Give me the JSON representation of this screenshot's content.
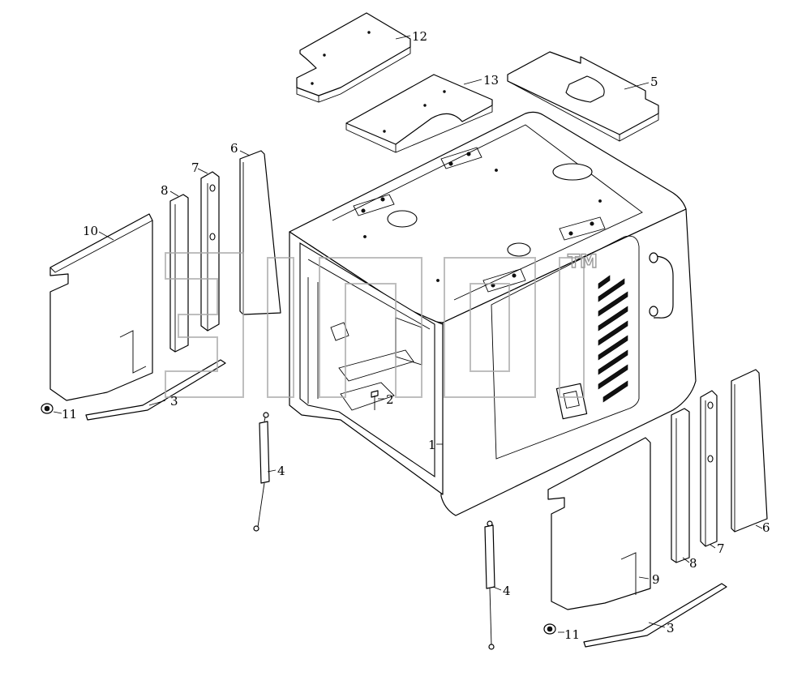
{
  "diagram": {
    "callouts": [
      "1",
      "2",
      "3",
      "3",
      "4",
      "4",
      "5",
      "6",
      "6",
      "7",
      "7",
      "8",
      "8",
      "9",
      "10",
      "11",
      "11",
      "12",
      "13"
    ],
    "watermark": {
      "trademark": "TM"
    },
    "colors": {
      "ink": "#000000",
      "paper": "#ffffff",
      "watermark": "#a8a8a8"
    }
  }
}
